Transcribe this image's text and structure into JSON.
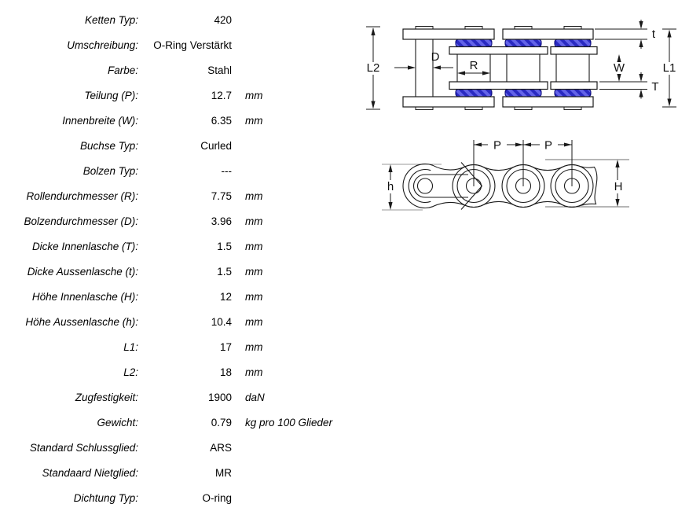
{
  "spec_table": {
    "rows": [
      {
        "label": "Ketten Typ:",
        "value": "420",
        "unit": ""
      },
      {
        "label": "Umschreibung:",
        "value": "O-Ring Verstärkt",
        "unit": ""
      },
      {
        "label": "Farbe:",
        "value": "Stahl",
        "unit": ""
      },
      {
        "label": "Teilung (P):",
        "value": "12.7",
        "unit": "mm"
      },
      {
        "label": "Innenbreite (W):",
        "value": "6.35",
        "unit": "mm"
      },
      {
        "label": "Buchse Typ:",
        "value": "Curled",
        "unit": ""
      },
      {
        "label": "Bolzen Typ:",
        "value": "---",
        "unit": ""
      },
      {
        "label": "Rollendurchmesser (R):",
        "value": "7.75",
        "unit": "mm"
      },
      {
        "label": "Bolzendurchmesser (D):",
        "value": "3.96",
        "unit": "mm"
      },
      {
        "label": "Dicke Innenlasche (T):",
        "value": "1.5",
        "unit": "mm"
      },
      {
        "label": "Dicke Aussenlasche (t):",
        "value": "1.5",
        "unit": "mm"
      },
      {
        "label": "Höhe Innenlasche (H):",
        "value": "12",
        "unit": "mm"
      },
      {
        "label": "Höhe Aussenlasche (h):",
        "value": "10.4",
        "unit": "mm"
      },
      {
        "label": "L1:",
        "value": "17",
        "unit": "mm"
      },
      {
        "label": "L2:",
        "value": "18",
        "unit": "mm"
      },
      {
        "label": "Zugfestigkeit:",
        "value": "1900",
        "unit": "daN"
      },
      {
        "label": "Gewicht:",
        "value": "0.79",
        "unit": "kg pro 100 Glieder"
      },
      {
        "label": "Standard Schlussglied:",
        "value": "ARS",
        "unit": ""
      },
      {
        "label": "Standaard Nietglied:",
        "value": "MR",
        "unit": ""
      },
      {
        "label": "Dichtung Typ:",
        "value": "O-ring",
        "unit": ""
      }
    ]
  },
  "diagram_top": {
    "labels": {
      "l2": "L2",
      "d": "D",
      "r": "R",
      "w": "W",
      "t_small": "t",
      "l1": "L1",
      "t_big": "T"
    },
    "colors": {
      "oring_base": "#2a2ac2",
      "oring_hatch": "#6363e8",
      "oring_outline": "#000070",
      "line": "#1a1a1a"
    }
  },
  "diagram_side": {
    "labels": {
      "p1": "P",
      "p2": "P",
      "h_small": "h",
      "h_big": "H"
    }
  }
}
